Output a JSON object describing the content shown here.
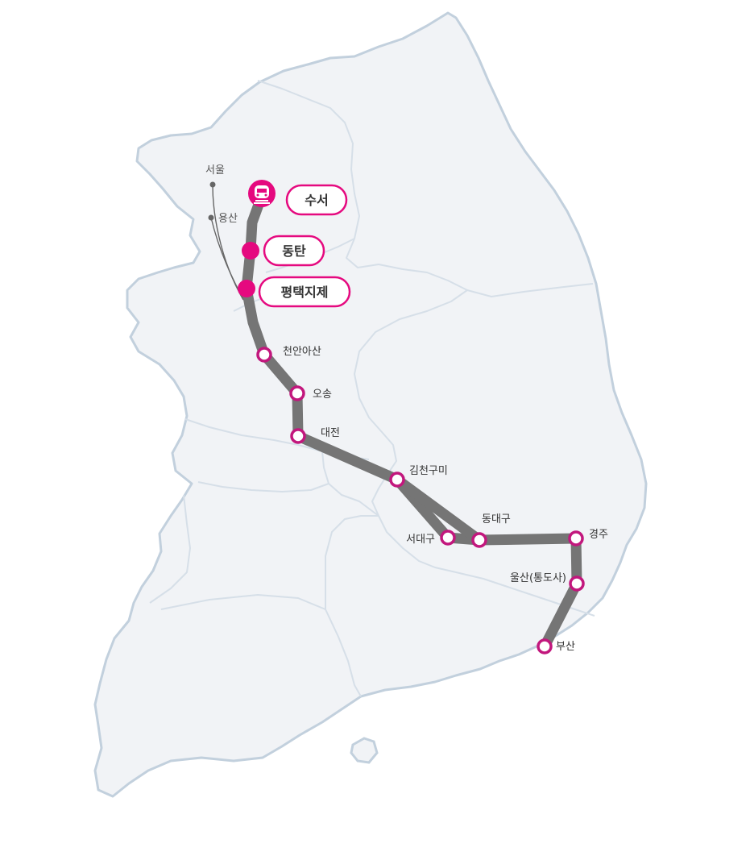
{
  "colors": {
    "land": "#f1f3f6",
    "coast": "#c2d0dd",
    "border": "#d6dfe8",
    "route": "#757575",
    "accent": "#e5097f",
    "branch": "#666666"
  },
  "branch": {
    "seoul": "서울",
    "yongsan": "용산"
  },
  "major_stations": [
    {
      "label": "수서",
      "icon": "train-icon"
    },
    {
      "label": "동탄"
    },
    {
      "label": "평택지제"
    }
  ],
  "stations": [
    {
      "label": "천안아산"
    },
    {
      "label": "오송"
    },
    {
      "label": "대전"
    },
    {
      "label": "김천구미"
    },
    {
      "label": "서대구"
    },
    {
      "label": "동대구"
    },
    {
      "label": "경주"
    },
    {
      "label": "울산(통도사)"
    },
    {
      "label": "부산"
    }
  ]
}
